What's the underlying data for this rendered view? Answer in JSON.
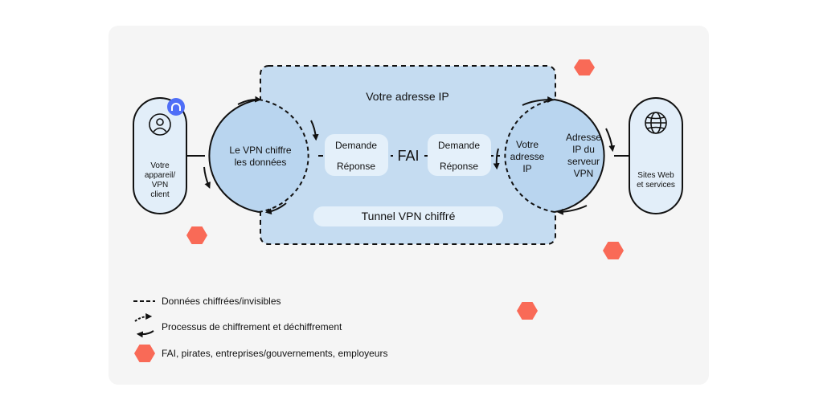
{
  "tunnel": {
    "ip_title": "Votre adresse IP",
    "label": "Tunnel VPN chiffré"
  },
  "client": {
    "line1": "Votre",
    "line2": "appareil/",
    "line3": "VPN",
    "line4": "client"
  },
  "encrypt": {
    "line1": "Le VPN chiffre",
    "line2": "les données"
  },
  "isp": {
    "label": "FAI",
    "left_request": "Demande",
    "left_response": "Réponse",
    "right_request": "Demande",
    "right_response": "Réponse"
  },
  "your_ip": {
    "line1": "Votre",
    "line2": "adresse",
    "line3": "IP"
  },
  "server": {
    "line1": "Adresse",
    "line2": "IP du",
    "line3": "serveur",
    "line4": "VPN"
  },
  "sites": {
    "line1": "Sites Web",
    "line2": "et services"
  },
  "legend": {
    "encrypted": "Données chiffrées/invisibles",
    "process": "Processus de chiffrement et déchiffrement",
    "threats": "FAI, pirates, entreprises/gouvernements, employeurs"
  },
  "colors": {
    "panel": "#f5f5f5",
    "tunnel_fill": "#c5dcf1",
    "circle_fill": "#b9d5ef",
    "pill_fill": "#e4f0fa",
    "device_fill": "#e2eef9",
    "threat": "#f96a57",
    "badge": "#4f6ef7"
  },
  "icons": {
    "user": "user-icon",
    "globe": "globe-icon",
    "badge": "vpn-badge-icon",
    "threat": "hexagon-icon"
  }
}
